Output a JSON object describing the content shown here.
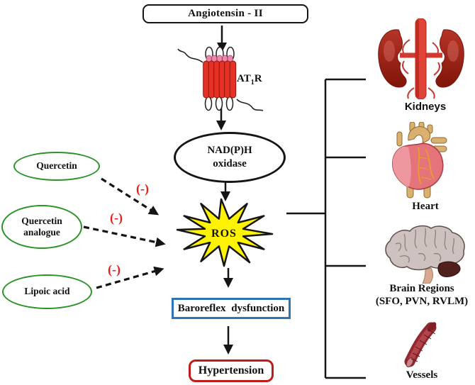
{
  "pathway": {
    "angiotensin_label": "Angiotensin - II",
    "receptor_label_pre": "AT",
    "receptor_label_sub": "1",
    "receptor_label_post": "R",
    "oxidase_line1": "NAD(P)H",
    "oxidase_line2": "oxidase",
    "ros_label": "ROS",
    "baroreflex_label": "Baroreflex dysfunction",
    "hypertension_label": "Hypertension"
  },
  "inhibitors": {
    "quercetin_label": "Quercetin",
    "analogue_line1": "Quercetin",
    "analogue_line2": "analogue",
    "lipoic_label": "Lipoic acid",
    "minus_label": "(-)"
  },
  "organs": {
    "kidneys_label": "Kidneys",
    "heart_label": "Heart",
    "brain_line1": "Brain Regions",
    "brain_line2": "(SFO, PVN, RVLM)",
    "vessels_label": "Vessels"
  },
  "colors": {
    "inhibitor_ellipse_border": "#2a9327",
    "minus_red": "#e32119",
    "baroreflex_border": "#2e75b6",
    "hypertension_border": "#c11b1b",
    "ros_fill": "#fef300",
    "line_black": "#151515"
  }
}
